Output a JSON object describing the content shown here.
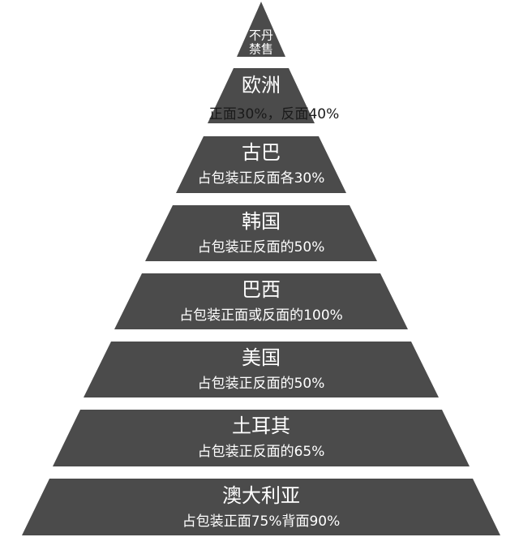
{
  "tiers": [
    {
      "lines": [
        "不丹",
        "禁售"
      ]
    },
    {
      "title": "欧洲",
      "subtitle": "正面30%，反面40%"
    },
    {
      "title": "古巴",
      "subtitle": "占包装正反面各30%"
    },
    {
      "title": "韩国",
      "subtitle": "占包装正反面的50%"
    },
    {
      "title": "巴西",
      "subtitle": "占包装正面或反面的100%"
    },
    {
      "title": "美国",
      "subtitle": "占包装正反面的50%"
    },
    {
      "title": "土耳其",
      "subtitle": "占包装正反面的65%"
    },
    {
      "title": "澳大利亚",
      "subtitle": "占包装正面75%背面90%"
    }
  ],
  "colors": {
    "tier_fill": "#4b4b4b",
    "text": "#ffffff",
    "background": "#ffffff"
  }
}
